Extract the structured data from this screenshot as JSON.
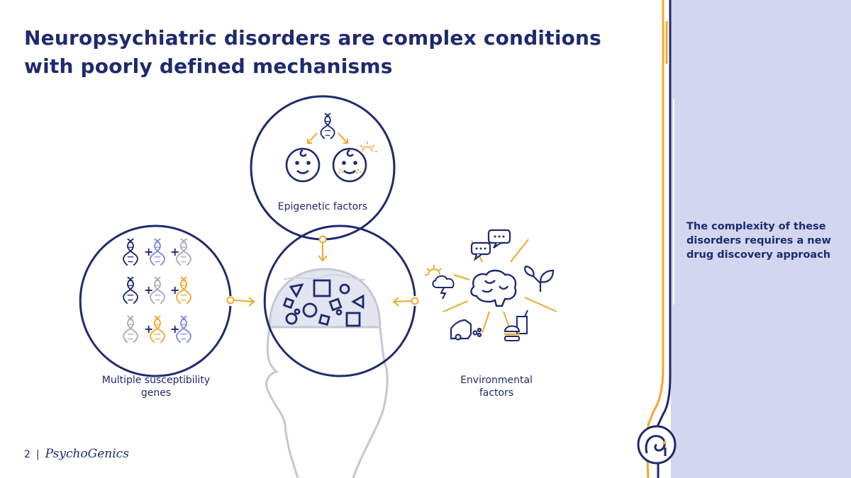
{
  "slide": {
    "title": "Neuropsychiatric disorders are complex conditions with poorly defined mechanisms",
    "page_number": "2",
    "separator": "|",
    "brand": "PsychoGenics"
  },
  "diagram": {
    "epigenetic_label": "Epigenetic factors",
    "genes_label": "Multiple susceptibility genes",
    "environmental_label": "Environmental factors"
  },
  "callout": {
    "text": "The complexity of these disorders requires a new drug discovery approach"
  },
  "colors": {
    "navy": "#1f2a6e",
    "gold": "#f0a92b",
    "panel": "#d3d6ef",
    "gray": "#a8acbb",
    "periwinkle": "#7f8be0"
  },
  "icons": [
    "dna-icon",
    "baby-face-icon",
    "brain-icon",
    "speech-bubble-icon",
    "weather-icon",
    "leaf-icon",
    "car-icon",
    "fast-food-icon",
    "head-icon",
    "logo-icon"
  ]
}
